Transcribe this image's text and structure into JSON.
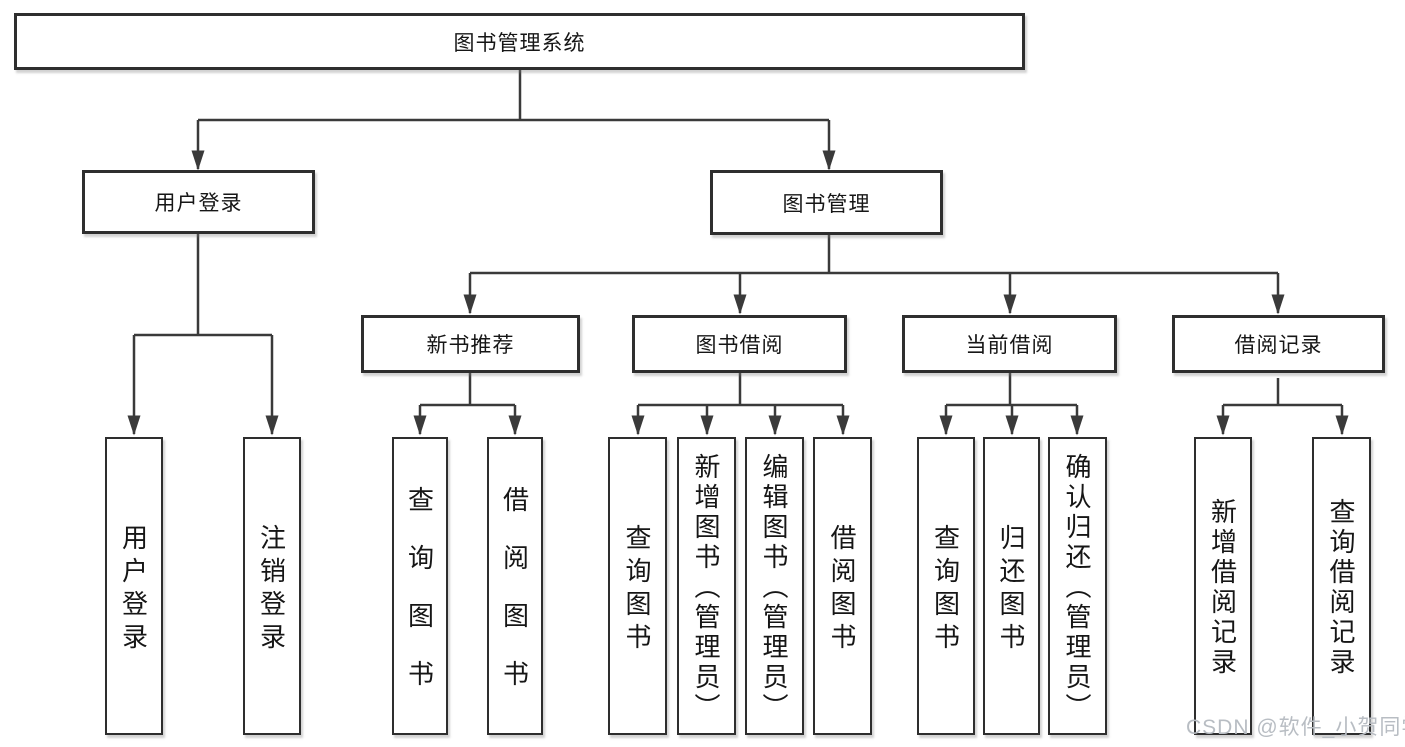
{
  "tree": {
    "label": "图书管理系统",
    "children": [
      {
        "label": "用户登录",
        "children": [
          {
            "label": "用户登录"
          },
          {
            "label": "注销登录"
          }
        ]
      },
      {
        "label": "图书管理",
        "children": [
          {
            "label": "新书推荐",
            "children": [
              {
                "label": "查询图书"
              },
              {
                "label": "借阅图书"
              }
            ]
          },
          {
            "label": "图书借阅",
            "children": [
              {
                "label": "查询图书"
              },
              {
                "label": "新增图书（管理员）"
              },
              {
                "label": "编辑图书（管理员）"
              },
              {
                "label": "借阅图书"
              }
            ]
          },
          {
            "label": "当前借阅",
            "children": [
              {
                "label": "查询图书"
              },
              {
                "label": "归还图书"
              },
              {
                "label": "确认归还（管理员）"
              }
            ]
          },
          {
            "label": "借阅记录",
            "children": [
              {
                "label": "新增借阅记录"
              },
              {
                "label": "查询借阅记录"
              }
            ]
          }
        ]
      }
    ]
  },
  "watermark": "CSDN @软件_小贺同学",
  "colors": {
    "line": "#3a3a3a",
    "box_border": "#2e2e2e",
    "text": "#161616",
    "watermark": "#b8bdc3",
    "background": "#ffffff"
  }
}
